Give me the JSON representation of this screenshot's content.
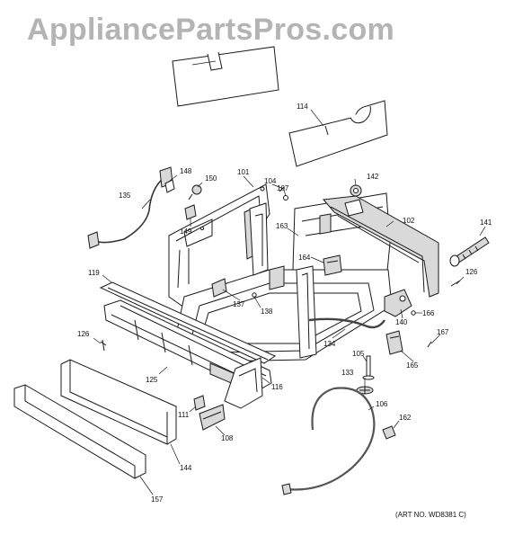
{
  "watermark": "AppliancePartsPros.com",
  "art_number": "(ART NO. WD8381 C)",
  "callouts": {
    "c101": "101",
    "c102": "102",
    "c104": "104",
    "c105": "105",
    "c106": "106",
    "c107": "107",
    "c108": "108",
    "c111": "111",
    "c114": "114",
    "c116": "116",
    "c119": "119",
    "c125": "125",
    "c126a": "126",
    "c126b": "126",
    "c133": "133",
    "c134": "134",
    "c135": "135",
    "c137": "137",
    "c138": "138",
    "c140": "140",
    "c141": "141",
    "c142": "142",
    "c144": "144",
    "c148": "148",
    "c149": "149",
    "c150": "150",
    "c157": "157",
    "c162": "162",
    "c163": "163",
    "c164": "164",
    "c165": "165",
    "c166": "166",
    "c167": "167"
  }
}
